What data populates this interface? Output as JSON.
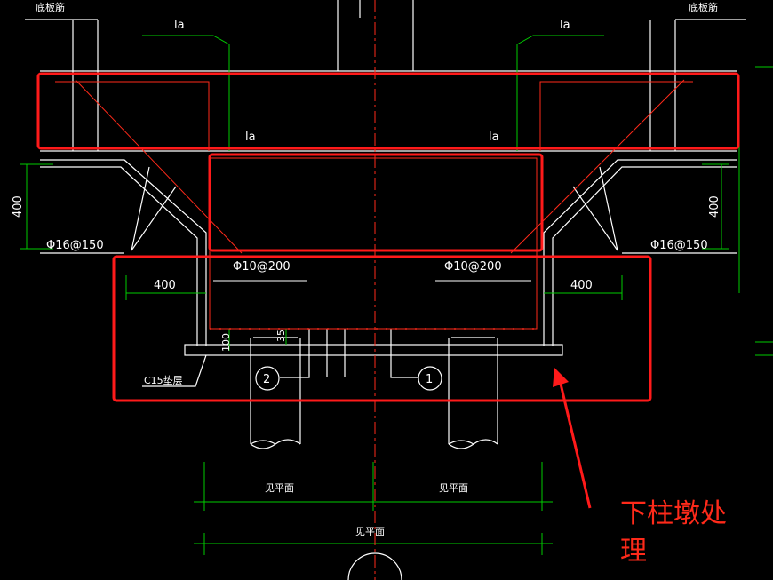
{
  "labels": {
    "top_left": "底板筋",
    "top_right": "底板筋",
    "la_top_left": "la",
    "la_top_right": "la",
    "la_mid_left": "la",
    "la_mid_right": "la",
    "dim_400_left_v": "400",
    "dim_400_right_v": "400",
    "rebar_left": "Φ16@150",
    "rebar_right": "Φ16@150",
    "rebar_inner_left": "Φ10@200",
    "rebar_inner_right": "Φ10@200",
    "dim_400_left_h": "400",
    "dim_400_right_h": "400",
    "dim_100": "100",
    "dim_35": "35",
    "cushion": "C15垫层",
    "marker_2": "2",
    "marker_1": "1",
    "see_plan_left": "见平面",
    "see_plan_right": "见平面",
    "see_plan_bottom": "见平面"
  },
  "annotation": {
    "line1": "下柱墩处",
    "line2": "理"
  },
  "colors": {
    "background": "#000000",
    "structure": "#ffffff",
    "dimension": "#00cc00",
    "rebar": "#ff2a1a",
    "centerline": "#ff2a1a",
    "highlight": "#ff1a1a"
  }
}
